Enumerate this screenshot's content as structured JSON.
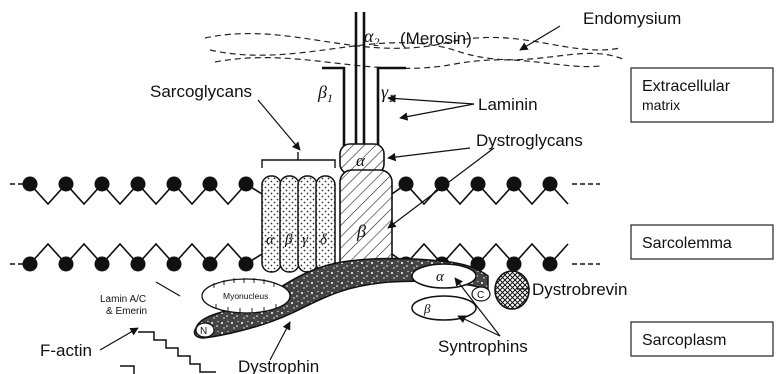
{
  "labels": {
    "endomysium": "Endomysium",
    "merosin": "(Merosin)",
    "alpha2": "α",
    "alpha2_sub": "2",
    "sarcoglycans": "Sarcoglycans",
    "laminin": "Laminin",
    "beta1": "β",
    "beta1_sub": "1",
    "gamma1": "γ",
    "gamma1_sub": "1",
    "dystroglycans": "Dystroglycans",
    "dg_alpha": "α",
    "dg_beta": "β",
    "sg_alpha": "α",
    "sg_beta": "β",
    "sg_gamma": "γ",
    "sg_delta": "δ",
    "myonucleus": "Myonucleus",
    "lamin": "Lamin A/C",
    "emerin": "& Emerin",
    "f_actin": "F-actin",
    "n_term": "N",
    "c_term": "C",
    "dystrophin": "Dystrophin",
    "syntrophins": "Syntrophins",
    "syn_alpha": "α",
    "syn_beta": "β",
    "dystrobrevin": "Dystrobrevin"
  },
  "regions": {
    "extracellular_line1": "Extracellular",
    "extracellular_line2": "matrix",
    "sarcolemma": "Sarcolemma",
    "sarcoplasm": "Sarcoplasm"
  }
}
